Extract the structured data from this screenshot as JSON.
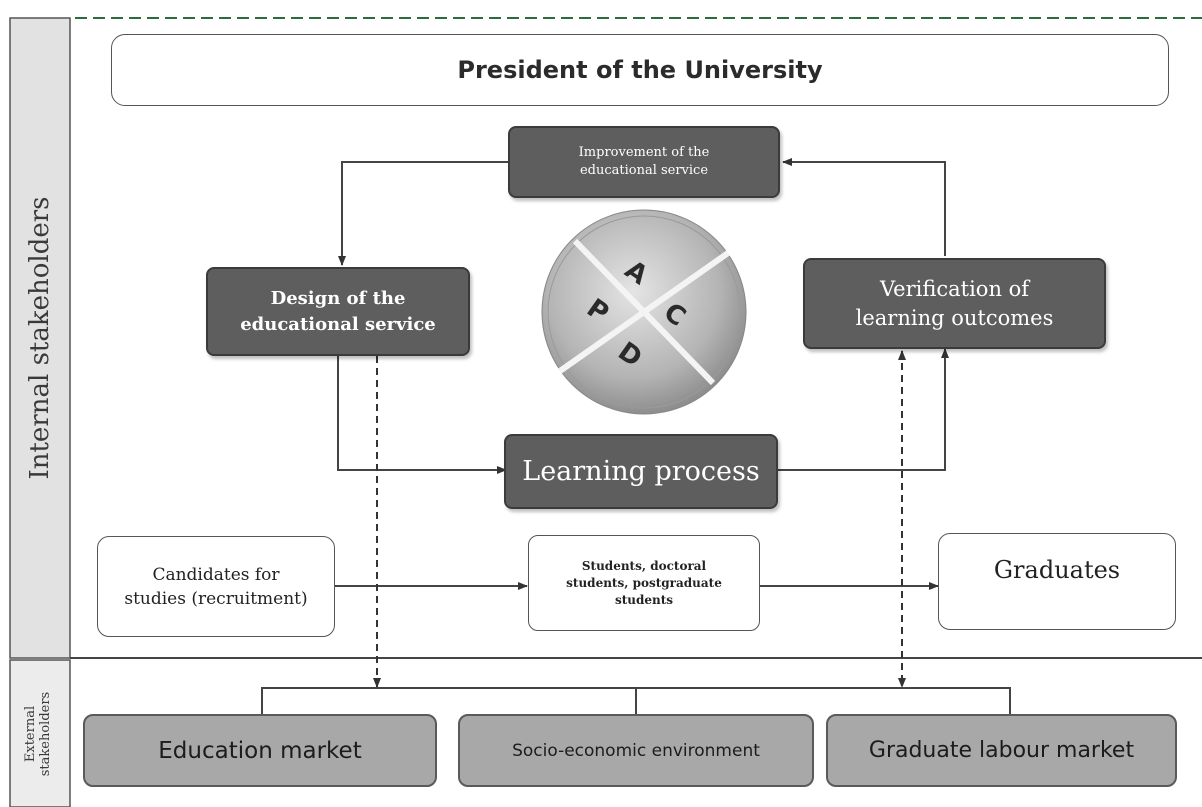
{
  "labels": {
    "internal": "Internal stakeholders",
    "external": "External stakeholders"
  },
  "boxes": {
    "president": "President of the University",
    "improvement": "Improvement of the educational service",
    "design": "Design of the educational service",
    "verification": "Verification of learning outcomes",
    "learning": "Learning process",
    "candidates": "Candidates for studies (recruitment)",
    "students": "Students, doctoral students, postgraduate students",
    "graduates": "Graduates",
    "education_market": "Education market",
    "socio_economic": "Socio-economic environment",
    "labour_market": "Graduate labour market"
  },
  "pdca": {
    "a": "A",
    "c": "C",
    "d": "D",
    "p": "P"
  },
  "colors": {
    "dark_box": "#5e5e5e",
    "mid_box": "#a8a8a8",
    "frame_dashed": "#2e6b3c",
    "sidebar": "#e2e2e2"
  }
}
